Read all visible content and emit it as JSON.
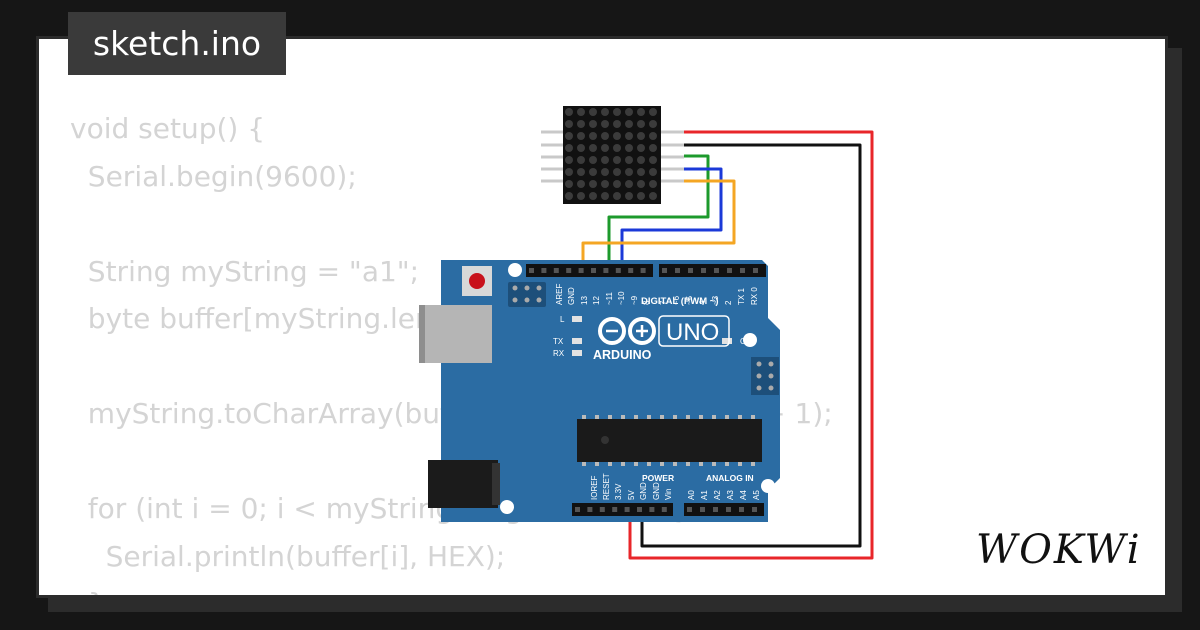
{
  "file_tab": {
    "label": "sketch.ino"
  },
  "code_lines": [
    "void setup() {",
    "  Serial.begin(9600);",
    "",
    "  String myString = \"a1\";",
    "  byte buffer[myString.length() + 1];",
    "",
    "  myString.toCharArray(buffer, myString.length() + 1);",
    "",
    "  for (int i = 0; i < myString.length(); i++) {",
    "    Serial.println(buffer[i], HEX);",
    "  }"
  ],
  "board": {
    "logo_text": "ARDUINO",
    "model": "UNO",
    "digital_header_label": "DIGITAL (PWM ~)",
    "power_label": "POWER",
    "analog_label": "ANALOG IN",
    "on_label": "ON",
    "l_label": "L",
    "tx_label": "TX",
    "rx_label": "RX",
    "digital_pins": [
      "AREF",
      "GND",
      "13",
      "12",
      "~11",
      "~10",
      "~9",
      "8",
      "7",
      "~6",
      "~5",
      "4",
      "~3",
      "2",
      "TX 1",
      "RX 0"
    ],
    "power_pins": [
      "IOREF",
      "RESET",
      "3.3V",
      "5V",
      "GND",
      "GND",
      "Vin"
    ],
    "analog_pins": [
      "A0",
      "A1",
      "A2",
      "A3",
      "A4",
      "A5"
    ]
  },
  "wire_colors": {
    "red": "#e8262a",
    "black": "#111111",
    "green": "#1d9a2c",
    "blue": "#1b39d8",
    "orange": "#f4a623"
  },
  "board_color": "#2b6ca3",
  "brand": {
    "logo": "WOKWi"
  }
}
